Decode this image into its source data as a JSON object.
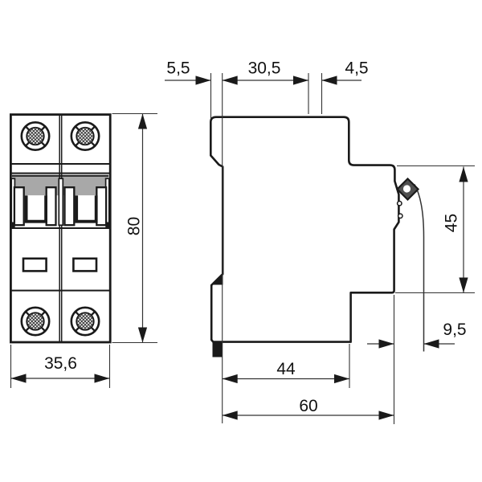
{
  "drawing": {
    "dims": {
      "front_width": "35,6",
      "front_height": "80",
      "top_front_lip": "5,5",
      "top_mid_depth": "30,5",
      "top_slot": "4,5",
      "rail_seat_height": "45",
      "terminal_offset": "9,5",
      "body_depth": "44",
      "total_depth": "60"
    },
    "colors": {
      "line": "#1a1a1a",
      "gray_band": "#a8a8a8",
      "band_top_stripe": "#2f2f2f",
      "screw_head_fill": "#4f4f4f"
    }
  }
}
